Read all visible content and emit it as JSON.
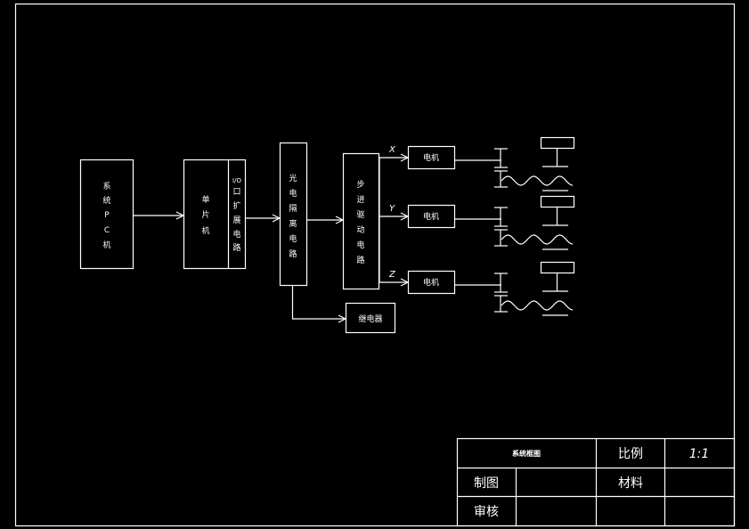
{
  "diagram": {
    "blocks": {
      "pc": {
        "label_chars": [
          "系",
          "统",
          "P",
          "C",
          "机"
        ]
      },
      "mcu": {
        "label_chars": [
          "单",
          "片",
          "机"
        ]
      },
      "io": {
        "label_chars": [
          "I/O",
          "口",
          "扩",
          "展",
          "电",
          "路"
        ]
      },
      "opto": {
        "label_chars": [
          "光",
          "电",
          "隔",
          "离",
          "电",
          "路"
        ]
      },
      "driver": {
        "label_chars": [
          "步",
          "进",
          "驱",
          "动",
          "电",
          "路"
        ]
      },
      "relay": {
        "label": "继电器"
      },
      "motors": [
        {
          "axis": "X",
          "label": "电机"
        },
        {
          "axis": "Y",
          "label": "电机"
        },
        {
          "axis": "Z",
          "label": "电机"
        }
      ]
    }
  },
  "title_block": {
    "drawing_name": "系统框图",
    "scale_label": "比例",
    "scale_value": "1:1",
    "drawn_label": "制图",
    "material_label": "材料",
    "checked_label": "审核"
  }
}
